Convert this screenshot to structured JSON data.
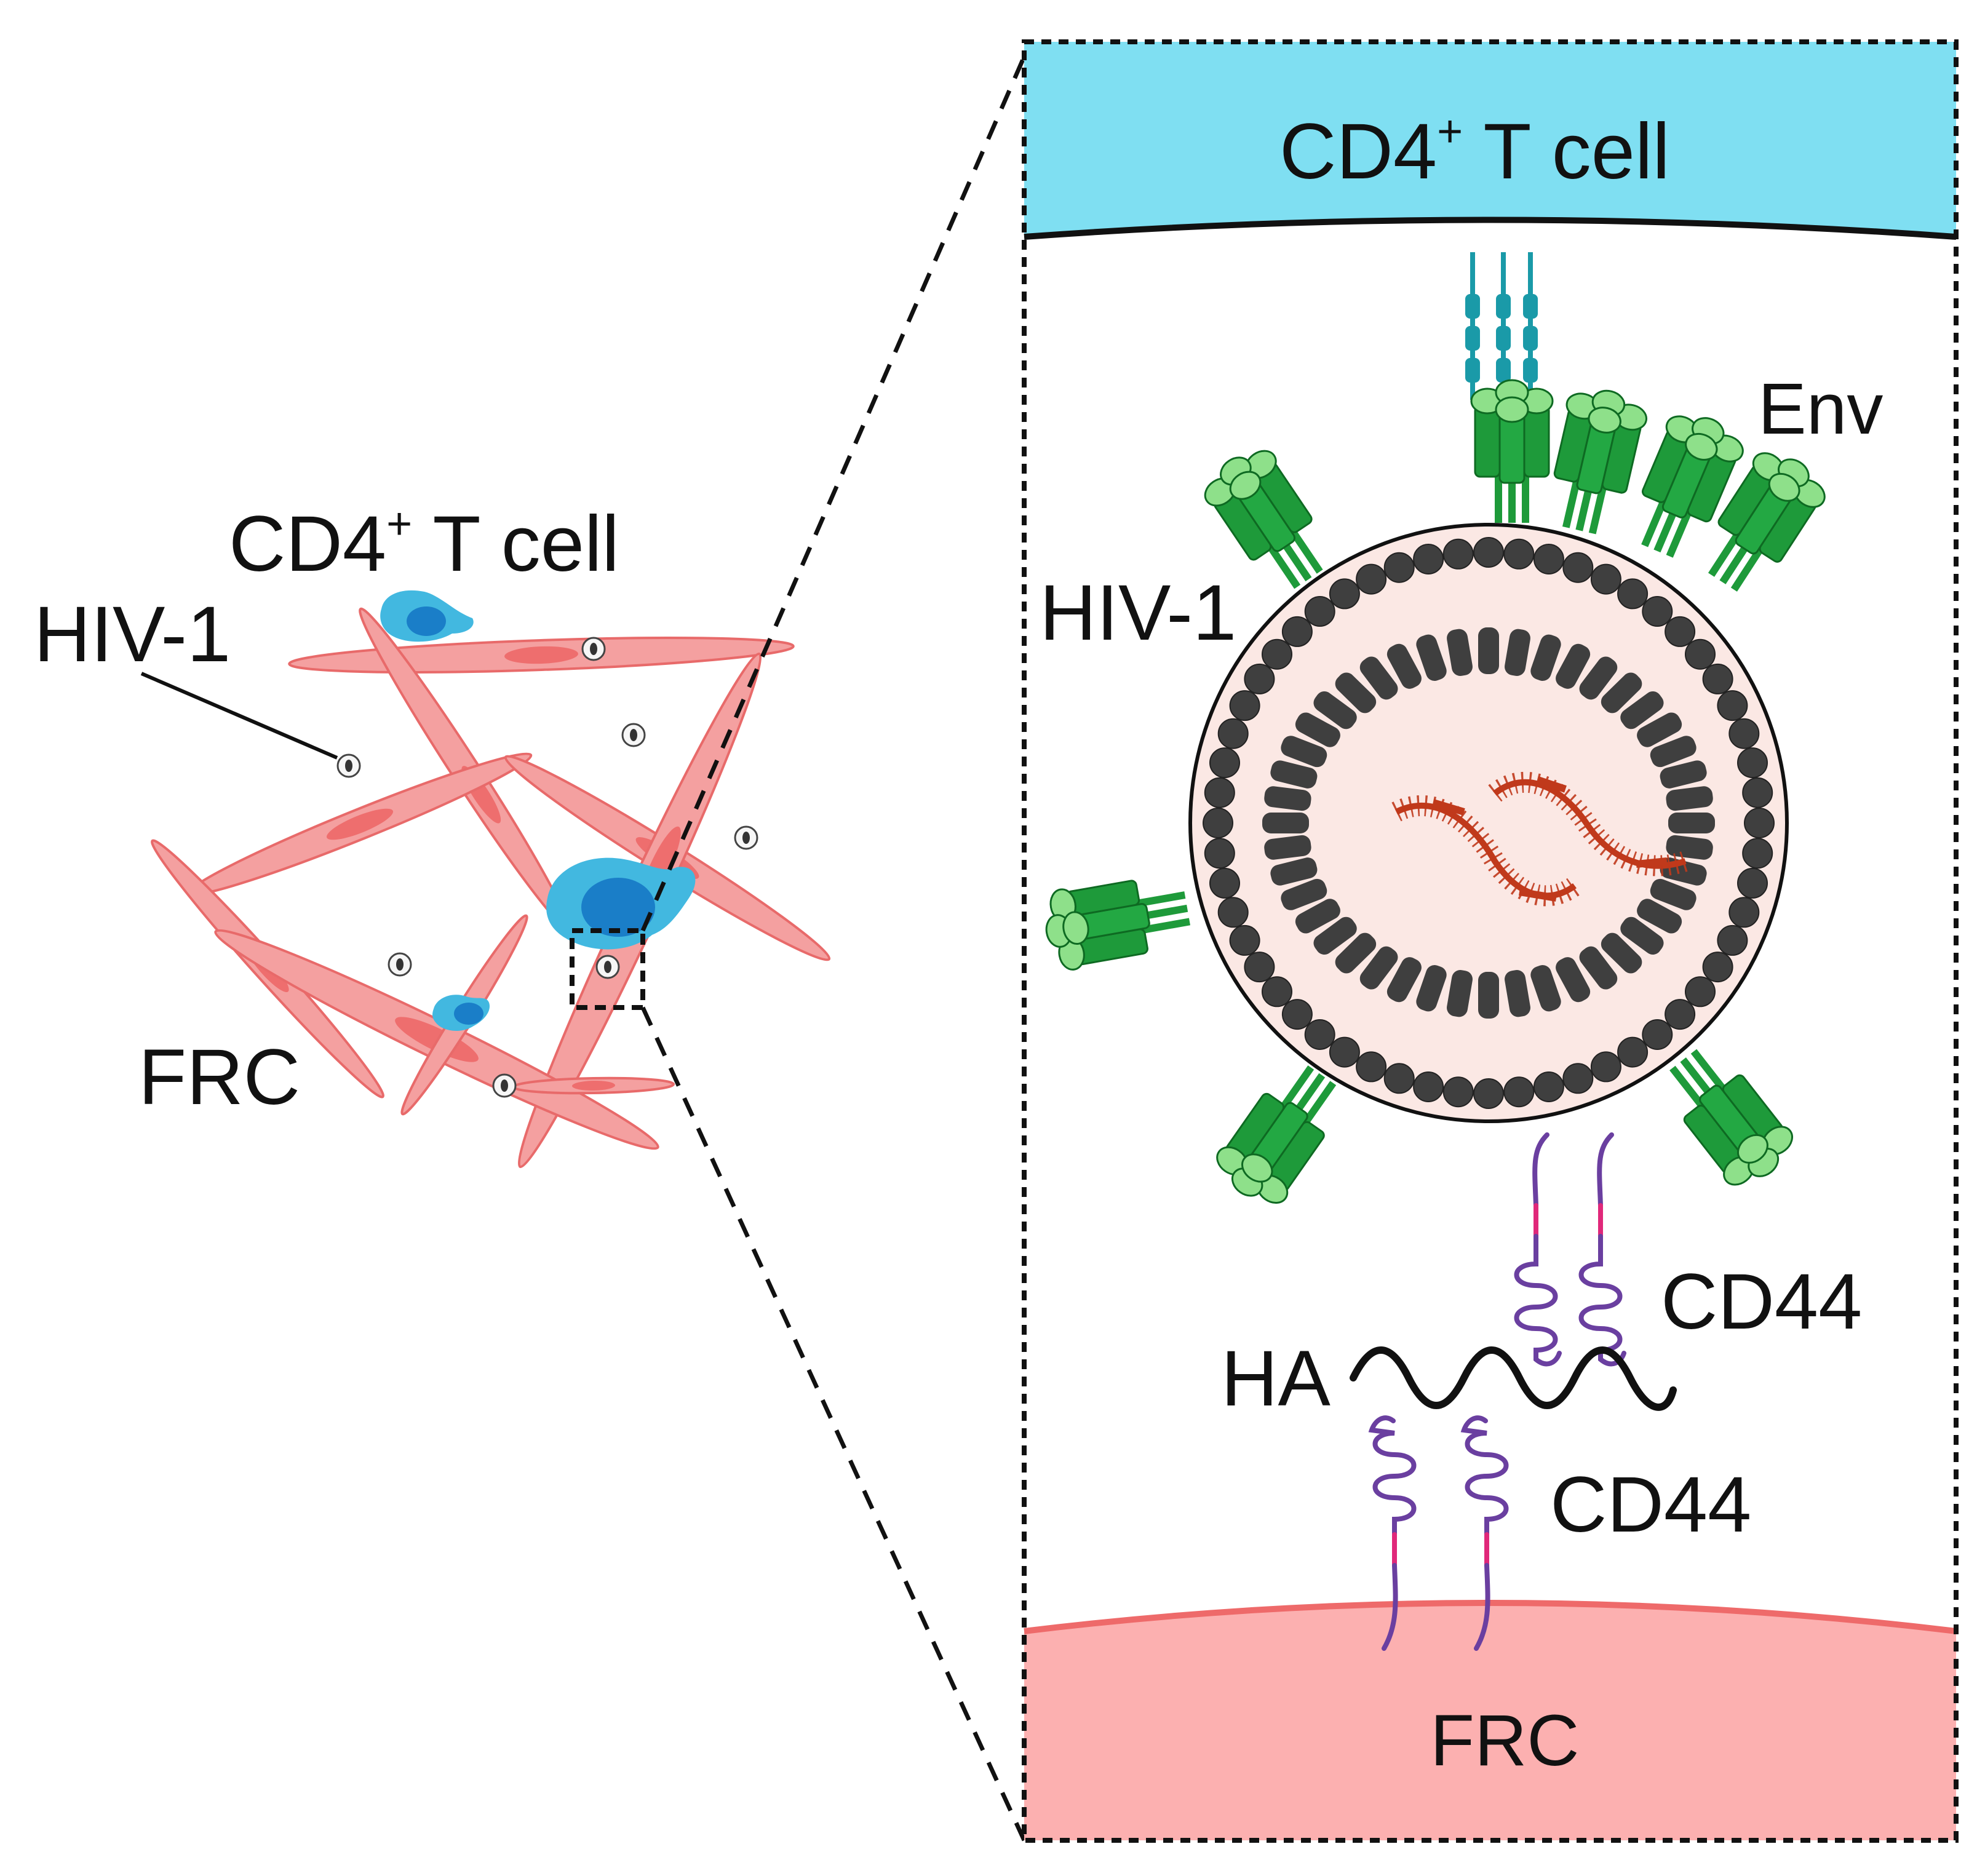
{
  "left_panel": {
    "cd4_label": "CD4",
    "cd4_sup": "+",
    "cd4_suffix": " T cell",
    "hiv_label": "HIV-1",
    "frc_label": "FRC"
  },
  "right_panel": {
    "top_cell_label": "CD4",
    "top_cell_sup": "+",
    "top_cell_suffix": " T cell",
    "env_label": "Env",
    "hiv_label": "HIV-1",
    "cd44_upper_label": "CD44",
    "ha_label": "HA",
    "cd44_lower_label": "CD44",
    "bottom_cell_label": "FRC"
  },
  "colors": {
    "cd4_cell": "#7fdff2",
    "frc_cell": "#fcb0b0",
    "frc_fibroblast": "#f4a0a0",
    "env_dark": "#1e9a3a",
    "env_light": "#8ee08a",
    "virion_membrane": "#fbe8e4",
    "capsid": "#3f3f3f",
    "rna": "#c0391b",
    "cd44": "#6a3fa0",
    "cd44_tm": "#e0287a",
    "cd4_receptor": "#1a9aa8"
  }
}
